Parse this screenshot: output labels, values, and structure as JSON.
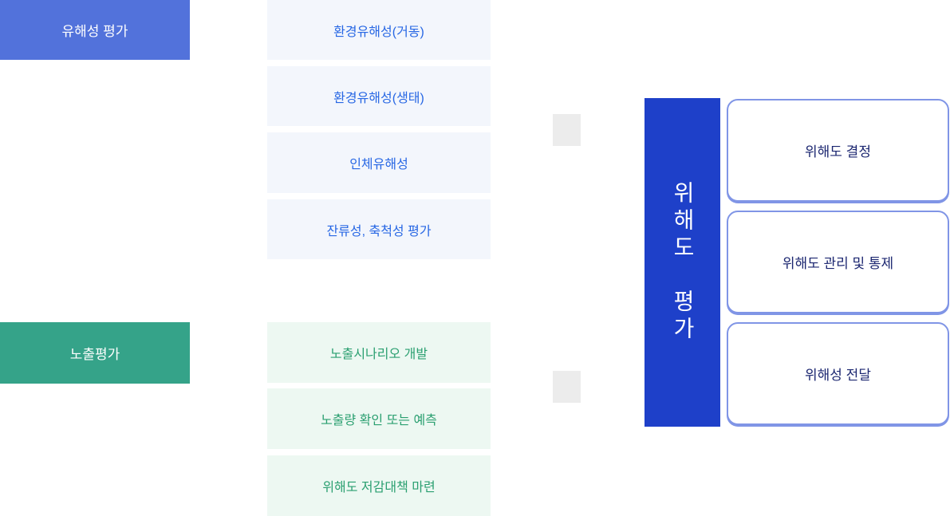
{
  "diagram": {
    "hazard": {
      "header": "유해성 평가",
      "items": [
        "환경유해성(거동)",
        "환경유해성(생태)",
        "인체유해성",
        "잔류성, 축척성 평가"
      ]
    },
    "exposure": {
      "header": "노출평가",
      "items": [
        "노출시나리오 개발",
        "노출량 확인 또는 예측",
        "위해도 저감대책 마련"
      ]
    },
    "risk": {
      "vertical_title_line1": "위해도",
      "vertical_title_line2": "평가",
      "items": [
        "위해도 결정",
        "위해도 관리 및 통제",
        "위해성 전달"
      ]
    },
    "colors": {
      "hazard-header-bg": "#5272DB",
      "hazard-item-bg": "#F3F6FC",
      "hazard-item-text": "#2767E4",
      "exposure-header-bg": "#35A389",
      "exposure-item-bg": "#EDF8F2",
      "exposure-item-text": "#2A9F70",
      "risk-bar-bg": "#1E40C9",
      "risk-box-border": "#8095E6",
      "risk-box-text": "#1B2670",
      "connector-gray": "#ECECEC"
    }
  }
}
